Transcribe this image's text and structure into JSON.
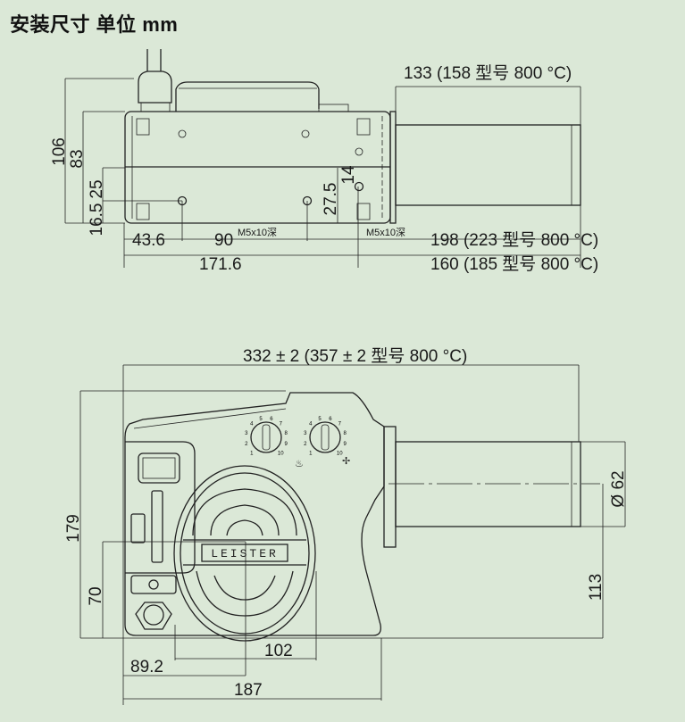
{
  "title": "安装尺寸 单位 mm",
  "top_view": {
    "dims": {
      "height_total": "106",
      "height_body": "83",
      "hole_height": "25",
      "hole_offset": "16.5",
      "side_hole_height": "27.5",
      "side_hole_top": "14",
      "hole_x1": "43.6",
      "hole_spacing": "90",
      "thread_1": "M5x10深",
      "thread_2": "M5x10深",
      "body_length": "171.6",
      "tube_length": "133 (158 型号 800 °C)",
      "side_to_end": "198 (223 型号 800 °C)",
      "hole_to_end": "160 (185 型号 800 °C)"
    }
  },
  "front_view": {
    "logo": "LEISTER",
    "dims": {
      "total_length": "332 ± 2 (357 ± 2 型号 800 °C)",
      "height": "179",
      "center_height_left": "70",
      "center_height_tube": "113",
      "tube_diameter": "Ø 62",
      "intake_width": "102",
      "center_x": "89.2",
      "body_length": "187"
    },
    "dial_marks": [
      "1",
      "2",
      "3",
      "4",
      "5",
      "6",
      "7",
      "8",
      "9",
      "10"
    ]
  }
}
